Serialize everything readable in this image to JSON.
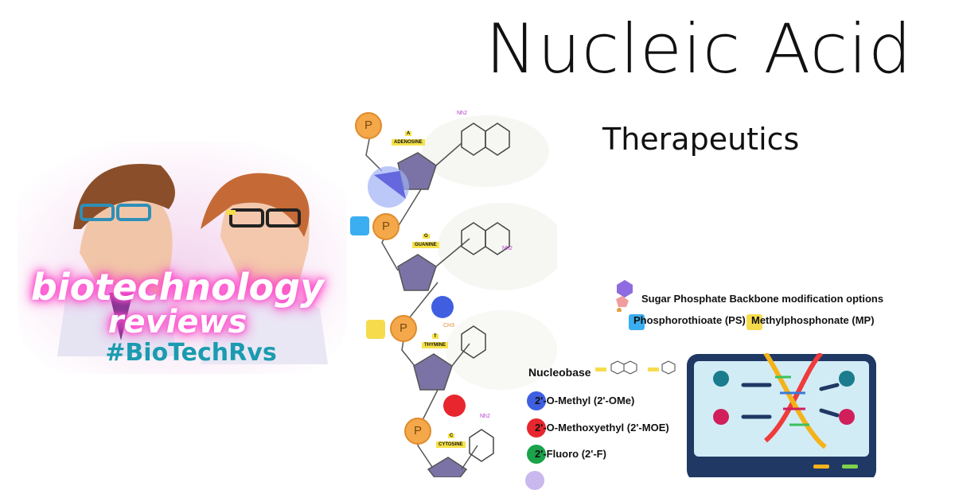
{
  "header": {
    "title": "Nucleic Acid",
    "subtitle": "Therapeutics"
  },
  "logo": {
    "line1": "biotechnology",
    "line2": "reviews",
    "hashtag": "#BioTechRvs"
  },
  "strand": {
    "phosphate_label": "P",
    "bases": [
      {
        "letter": "A",
        "name": "ADENOSINE"
      },
      {
        "letter": "G",
        "name": "GUANINE"
      },
      {
        "letter": "T",
        "name": "THYMINE"
      },
      {
        "letter": "C",
        "name": "CYTOSINE"
      }
    ],
    "nh2": "Nh2",
    "ch3": "CH3"
  },
  "legend": {
    "backbone_title": "Sugar Phosphate Backbone modification options",
    "ps": "Phosphorothioate (PS)",
    "mp": "Methylphosphonate (MP)",
    "nucleobase_title": "Nucleobase",
    "nucleobase_items": [
      {
        "label": "2'-O-Methyl (2'-OMe)",
        "color": "#3f5fe0"
      },
      {
        "label": "2'-O-Methoxyethyl (2'-MOE)",
        "color": "#e8262d"
      },
      {
        "label": "2'-Fluoro (2'-F)",
        "color": "#1aa34a"
      }
    ],
    "colors": {
      "ps": "#3aaef0",
      "mp": "#f6dc4c"
    }
  }
}
